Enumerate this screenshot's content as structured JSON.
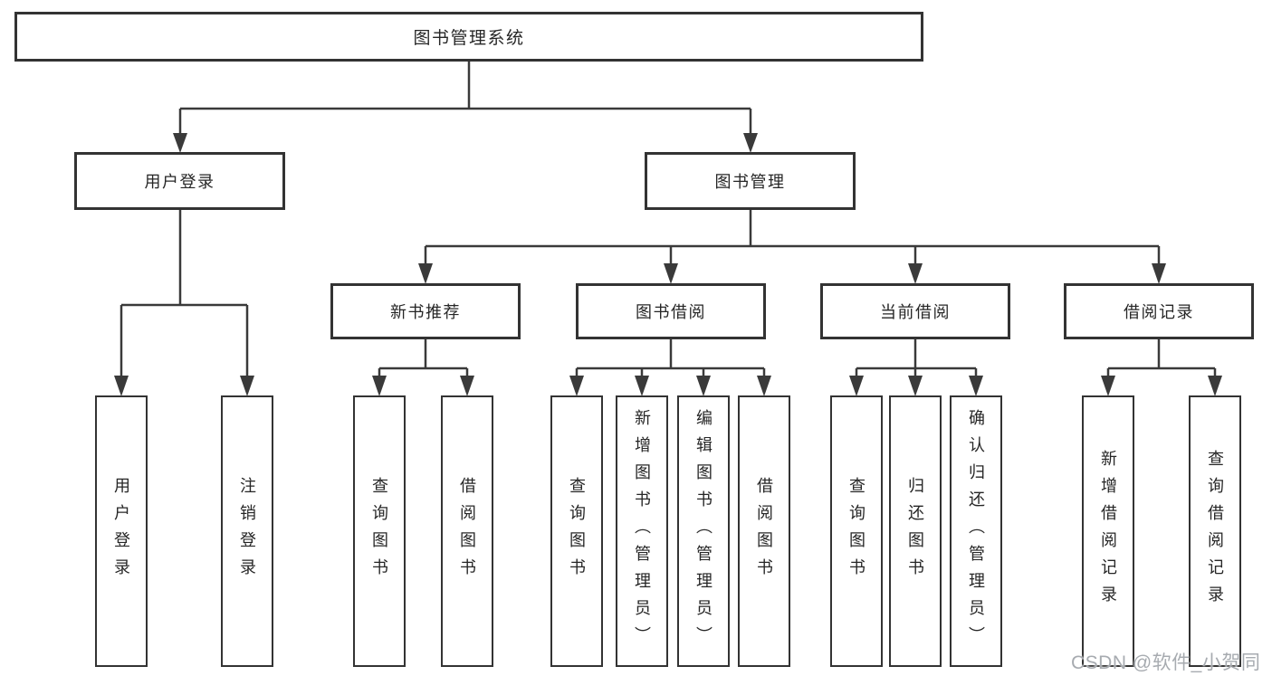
{
  "diagram": {
    "root": {
      "label": "图书管理系统"
    },
    "level2": [
      {
        "label": "用户登录",
        "children": [
          "用户登录",
          "注销登录"
        ]
      },
      {
        "label": "图书管理",
        "groups": [
          {
            "label": "新书推荐",
            "children": [
              "查询图书",
              "借阅图书"
            ]
          },
          {
            "label": "图书借阅",
            "children": [
              "查询图书",
              "新增图书（管理员）",
              "编辑图书（管理员）",
              "借阅图书"
            ]
          },
          {
            "label": "当前借阅",
            "children": [
              "查询图书",
              "归还图书",
              "确认归还（管理员）"
            ]
          },
          {
            "label": "借阅记录",
            "children": [
              "新增借阅记录",
              "查询借阅记录"
            ]
          }
        ]
      }
    ]
  },
  "watermark": {
    "text": "CSDN @软件_小贺同学"
  },
  "colors": {
    "line": "#3a3a3a",
    "border": "#333333",
    "text": "#262626",
    "background": "#ffffff",
    "watermark": "#a7abb0"
  }
}
